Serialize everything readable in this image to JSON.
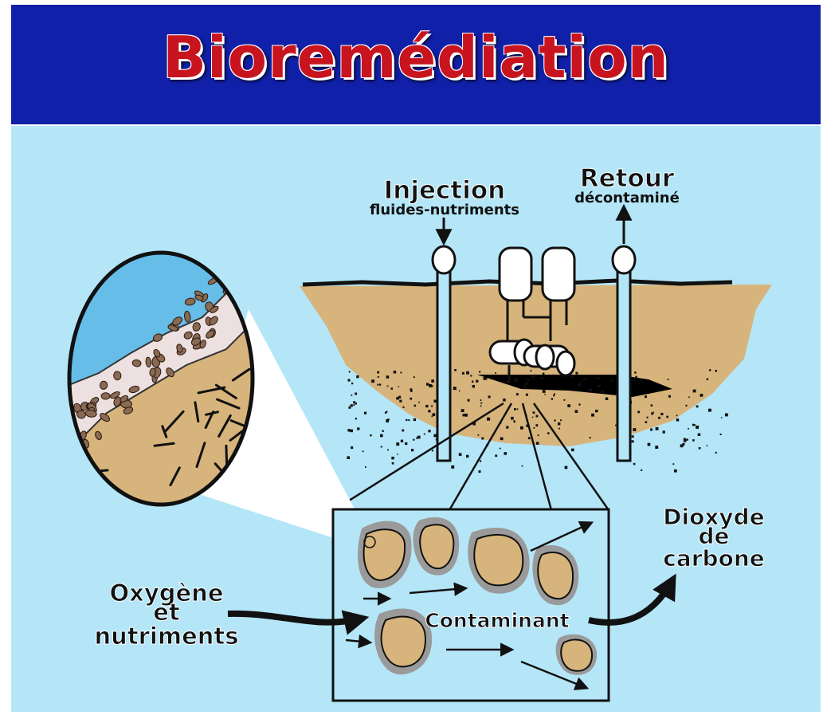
{
  "title": "Bioremédiation",
  "colors": {
    "title_bar": "#1020a8",
    "title_text": "#c8141e",
    "background": "#b4e6f8",
    "soil": "#d7b47c",
    "water": "#66bde8",
    "halo": "#9a9a9a",
    "ink": "#111111"
  },
  "labels": {
    "injection": "Injection",
    "injection_sub": "fluides-nutriments",
    "retour": "Retour",
    "retour_sub": "décontaminé",
    "dioxyde_l1": "Dioxyde",
    "dioxyde_l2": "de",
    "dioxyde_l3": "carbone",
    "oxygene_l1": "Oxygène",
    "oxygene_l2": "et",
    "oxygene_l3": "nutriments",
    "contaminant": "Contaminant"
  }
}
